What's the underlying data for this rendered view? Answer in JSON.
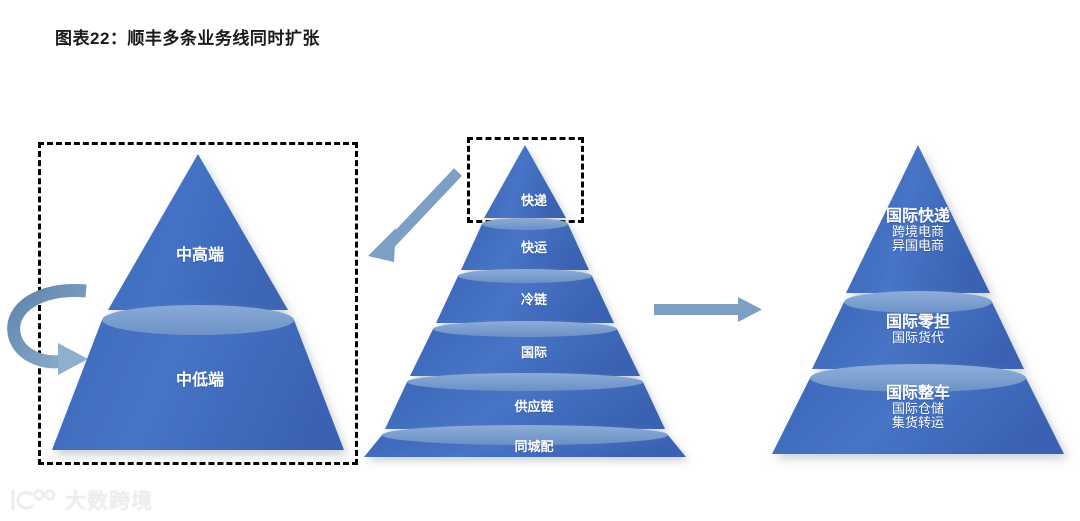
{
  "title": "图表22：顺丰多条业务线同时扩张",
  "colors": {
    "pyramid_blue": "#4472C4",
    "pyramid_blue_dark": "#3a63b0",
    "cap_light": "#7fa3d4",
    "arrow_blue": "#7d9fc4",
    "dash_black": "#000000",
    "label_white": "#ffffff"
  },
  "left_group": {
    "name": "domestic-tier-pyramid",
    "boxed": true,
    "layers": [
      {
        "id": "mid-high",
        "label": "中高端",
        "shape": "triangle"
      },
      {
        "id": "mid-low",
        "label": "中低端",
        "shape": "trapezoid"
      }
    ]
  },
  "middle_group": {
    "name": "business-line-pyramid",
    "highlighted_layer": "快递",
    "layers": [
      {
        "id": "express",
        "label": "快递",
        "shape": "triangle"
      },
      {
        "id": "freight",
        "label": "快运",
        "shape": "trapezoid"
      },
      {
        "id": "cold-chain",
        "label": "冷链",
        "shape": "trapezoid"
      },
      {
        "id": "international",
        "label": "国际",
        "shape": "trapezoid"
      },
      {
        "id": "supply-chain",
        "label": "供应链",
        "shape": "trapezoid"
      },
      {
        "id": "intracity",
        "label": "同城配",
        "shape": "trapezoid"
      }
    ]
  },
  "right_group": {
    "name": "international-business-pyramid",
    "layers": [
      {
        "id": "intl-express",
        "title": "国际快递",
        "subs": [
          "跨境电商",
          "异国电商"
        ],
        "shape": "triangle"
      },
      {
        "id": "intl-ltl",
        "title": "国际零担",
        "subs": [
          "国际货代"
        ],
        "shape": "trapezoid"
      },
      {
        "id": "intl-ftl",
        "title": "国际整车",
        "subs": [
          "国际仓储",
          "集货转运"
        ],
        "shape": "trapezoid"
      }
    ]
  },
  "arrows": [
    {
      "id": "curved-loop-arrow",
      "direction": "curved-down-right",
      "from": "中高端",
      "to": "中低端"
    },
    {
      "id": "diagonal-down-left-arrow",
      "direction": "down-left",
      "from": "快递",
      "to": "中高端"
    },
    {
      "id": "horizontal-right-arrow",
      "direction": "right",
      "from": "business-line-pyramid",
      "to": "international-business-pyramid"
    }
  ],
  "footer": {
    "watermark_text": "大数跨境",
    "logo_name": "dashu-kuajing-logo"
  }
}
